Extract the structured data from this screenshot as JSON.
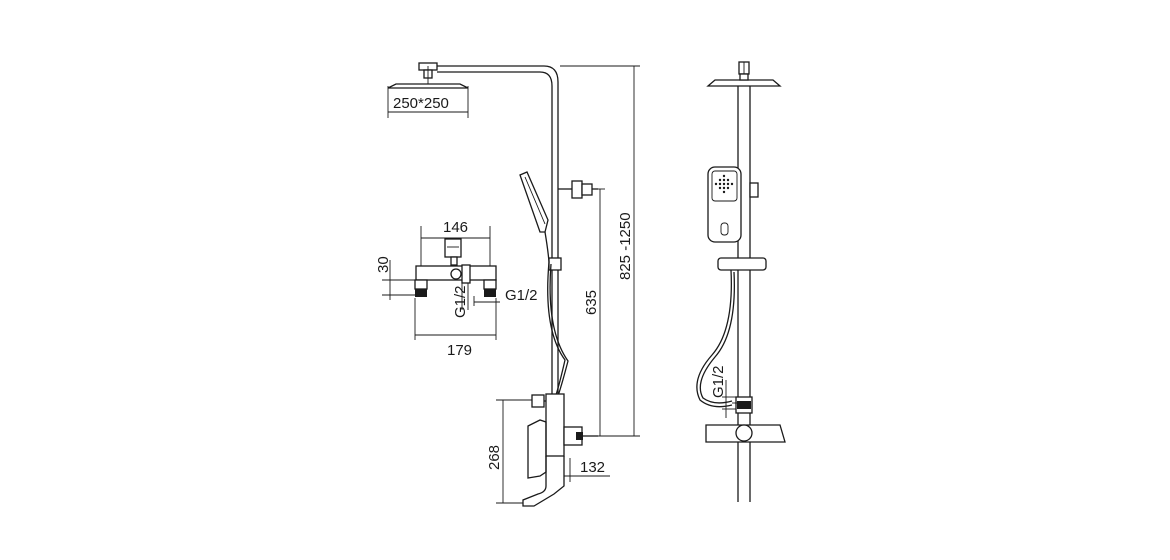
{
  "dimensions": {
    "head_size": "250*250",
    "valve_centers": "146",
    "valve_height": "30",
    "valve_width": "179",
    "thread_left": "G1/2",
    "thread_right": "G1/2",
    "slide_height": "635",
    "total_height": "825 -1250",
    "mixer_height": "268",
    "spout_length": "132",
    "side_thread": "G1/2"
  },
  "colors": {
    "line": "#1a1a1a",
    "background": "#ffffff"
  }
}
